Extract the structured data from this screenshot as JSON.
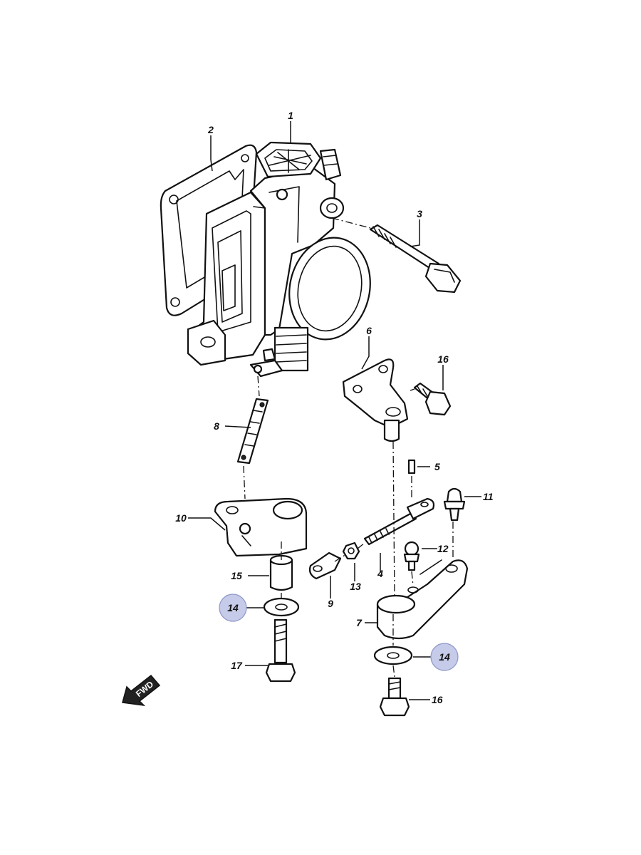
{
  "highlight_color": "#c5cbe8",
  "direction_arrow": {
    "label": "FWD"
  },
  "callouts": [
    {
      "id": "c1",
      "label": "1",
      "highlighted": false
    },
    {
      "id": "c2",
      "label": "2",
      "highlighted": false
    },
    {
      "id": "c3",
      "label": "3",
      "highlighted": false
    },
    {
      "id": "c4",
      "label": "4",
      "highlighted": false
    },
    {
      "id": "c5",
      "label": "5",
      "highlighted": false
    },
    {
      "id": "c6",
      "label": "6",
      "highlighted": false
    },
    {
      "id": "c7",
      "label": "7",
      "highlighted": false
    },
    {
      "id": "c8",
      "label": "8",
      "highlighted": false
    },
    {
      "id": "c9",
      "label": "9",
      "highlighted": false
    },
    {
      "id": "c10",
      "label": "10",
      "highlighted": false
    },
    {
      "id": "c11",
      "label": "11",
      "highlighted": false
    },
    {
      "id": "c12",
      "label": "12",
      "highlighted": false
    },
    {
      "id": "c13",
      "label": "13",
      "highlighted": false
    },
    {
      "id": "c14a",
      "label": "14",
      "highlighted": true
    },
    {
      "id": "c14b",
      "label": "14",
      "highlighted": true
    },
    {
      "id": "c15",
      "label": "15",
      "highlighted": false
    },
    {
      "id": "c16a",
      "label": "16",
      "highlighted": false
    },
    {
      "id": "c16b",
      "label": "16",
      "highlighted": false
    },
    {
      "id": "c17",
      "label": "17",
      "highlighted": false
    }
  ]
}
